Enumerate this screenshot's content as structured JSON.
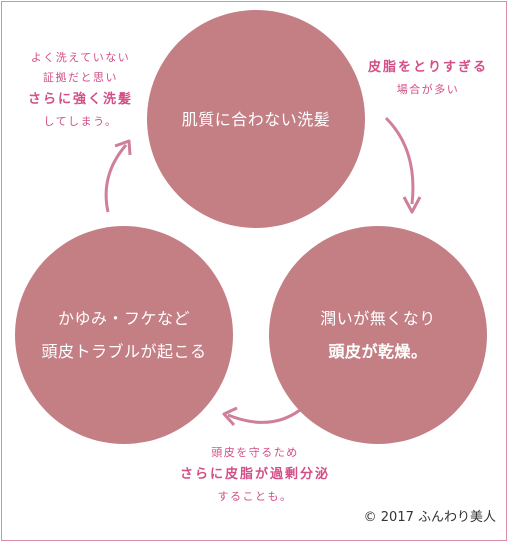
{
  "circles": {
    "top": {
      "line1": "肌質に合わない洗髪"
    },
    "right": {
      "line1": "潤いが無くなり",
      "line2": "頭皮が乾燥。"
    },
    "left": {
      "line1": "かゆみ・フケなど",
      "line2": "頭皮トラブルが起こる"
    }
  },
  "notes": {
    "top_left": {
      "line1": "よく洗えていない",
      "line2": "証拠だと思い",
      "line3": "さらに強く洗髪",
      "line4": "してしまう。"
    },
    "top_right": {
      "line1": "皮脂をとりすぎる",
      "line2": "場合が多い"
    },
    "bottom": {
      "line1": "頭皮を守るため",
      "line2": "さらに皮脂が過剰分泌",
      "line3": "することも。"
    }
  },
  "copyright": "© 2017 ふんわり美人",
  "colors": {
    "circle": "#c47f85",
    "accent": "#d34f87",
    "arrow": "#cf8098",
    "border": "#d88fa6"
  }
}
